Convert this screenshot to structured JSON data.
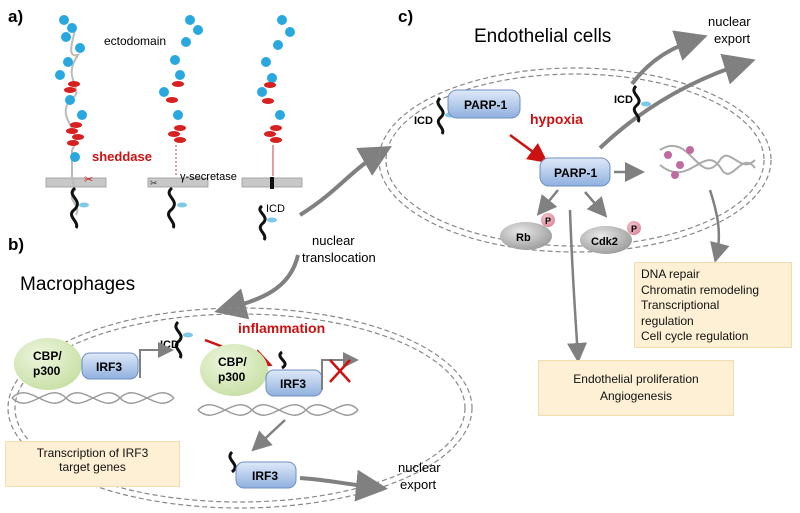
{
  "panel_a": {
    "label": "a)",
    "ectodomain": "ectodomain",
    "sheddase": "sheddase",
    "gamma_secretase": "γ-secretase",
    "icd": "ICD"
  },
  "panel_b": {
    "label": "b)",
    "title": "Macrophages",
    "nuclear_translocation": [
      "nuclear",
      "translocation"
    ],
    "icd": "ICD",
    "inflammation": "inflammation",
    "cbp_p300": [
      "CBP/",
      "p300"
    ],
    "irf3": "IRF3",
    "transcription_box": [
      "Transcription of IRF3",
      "target genes"
    ],
    "nuclear_export": [
      "nuclear",
      "export"
    ]
  },
  "panel_c": {
    "label": "c)",
    "title": "Endothelial cells",
    "nuclear_export": [
      "nuclear",
      "export"
    ],
    "icd": "ICD",
    "parp1": "PARP-1",
    "hypoxia": "hypoxia",
    "rb": "Rb",
    "cdk2": "Cdk2",
    "p": "P",
    "functions_box": [
      "DNA repair",
      "Chromatin remodeling",
      "Transcriptional",
      "regulation",
      "Cell cycle regulation"
    ],
    "proliferation_box": [
      "Endothelial proliferation",
      "Angiogenesis"
    ]
  },
  "colors": {
    "bead_blue": "#29a8e0",
    "bead_red": "#d92020",
    "accent_red": "#cc1111",
    "arrow_gray": "#808080",
    "protein_blue": "#9bbbe6",
    "cbp_green": "#d7e9bb",
    "box_fill": "#fdf0d5"
  }
}
